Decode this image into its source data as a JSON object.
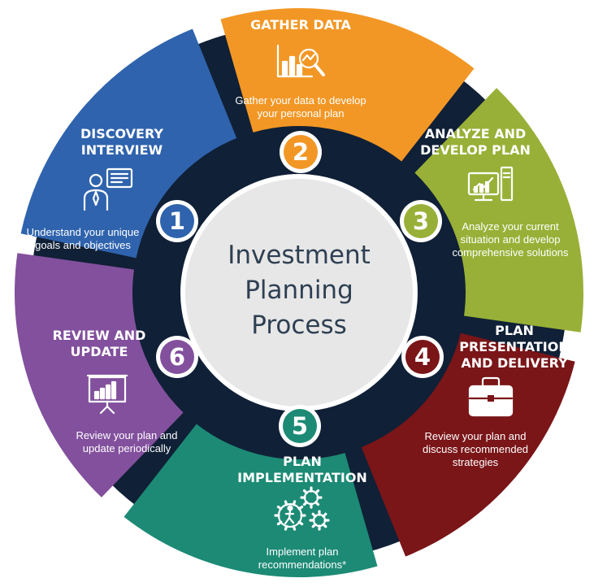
{
  "diagram": {
    "center_title_lines": [
      "Investment",
      "Planning",
      "Process"
    ],
    "colors": {
      "ring": "#102036",
      "center_fill": "#e7e7e7",
      "center_text": "#2e3f52"
    },
    "steps": [
      {
        "number": "1",
        "title_lines": [
          "DISCOVERY",
          "INTERVIEW"
        ],
        "description_lines": [
          "Understand your unique",
          "goals and objectives"
        ],
        "color": "#2f63ad",
        "icon": "presenter-board-icon"
      },
      {
        "number": "2",
        "title_lines": [
          "GATHER DATA"
        ],
        "description_lines": [
          "Gather your data to develop",
          "your personal plan"
        ],
        "color": "#f29725",
        "icon": "chart-magnifier-icon"
      },
      {
        "number": "3",
        "title_lines": [
          "ANALYZE AND",
          "DEVELOP PLAN"
        ],
        "description_lines": [
          "Analyze your current",
          "situation and develop",
          "comprehensive solutions"
        ],
        "color": "#98b037",
        "icon": "computer-chart-icon"
      },
      {
        "number": "4",
        "title_lines": [
          "PLAN",
          "PRESENTATION",
          "AND DELIVERY"
        ],
        "description_lines": [
          "Review your plan and",
          "discuss recommended",
          "strategies"
        ],
        "color": "#7a1518",
        "icon": "briefcase-icon"
      },
      {
        "number": "5",
        "title_lines": [
          "PLAN",
          "IMPLEMENTATION"
        ],
        "description_lines": [
          "Implement plan",
          "recommendations*"
        ],
        "color": "#1c8a75",
        "icon": "gears-person-icon"
      },
      {
        "number": "6",
        "title_lines": [
          "REVIEW AND",
          "UPDATE"
        ],
        "description_lines": [
          "Review your plan and",
          "update periodically"
        ],
        "color": "#82509d",
        "icon": "presentation-chart-icon"
      }
    ]
  }
}
